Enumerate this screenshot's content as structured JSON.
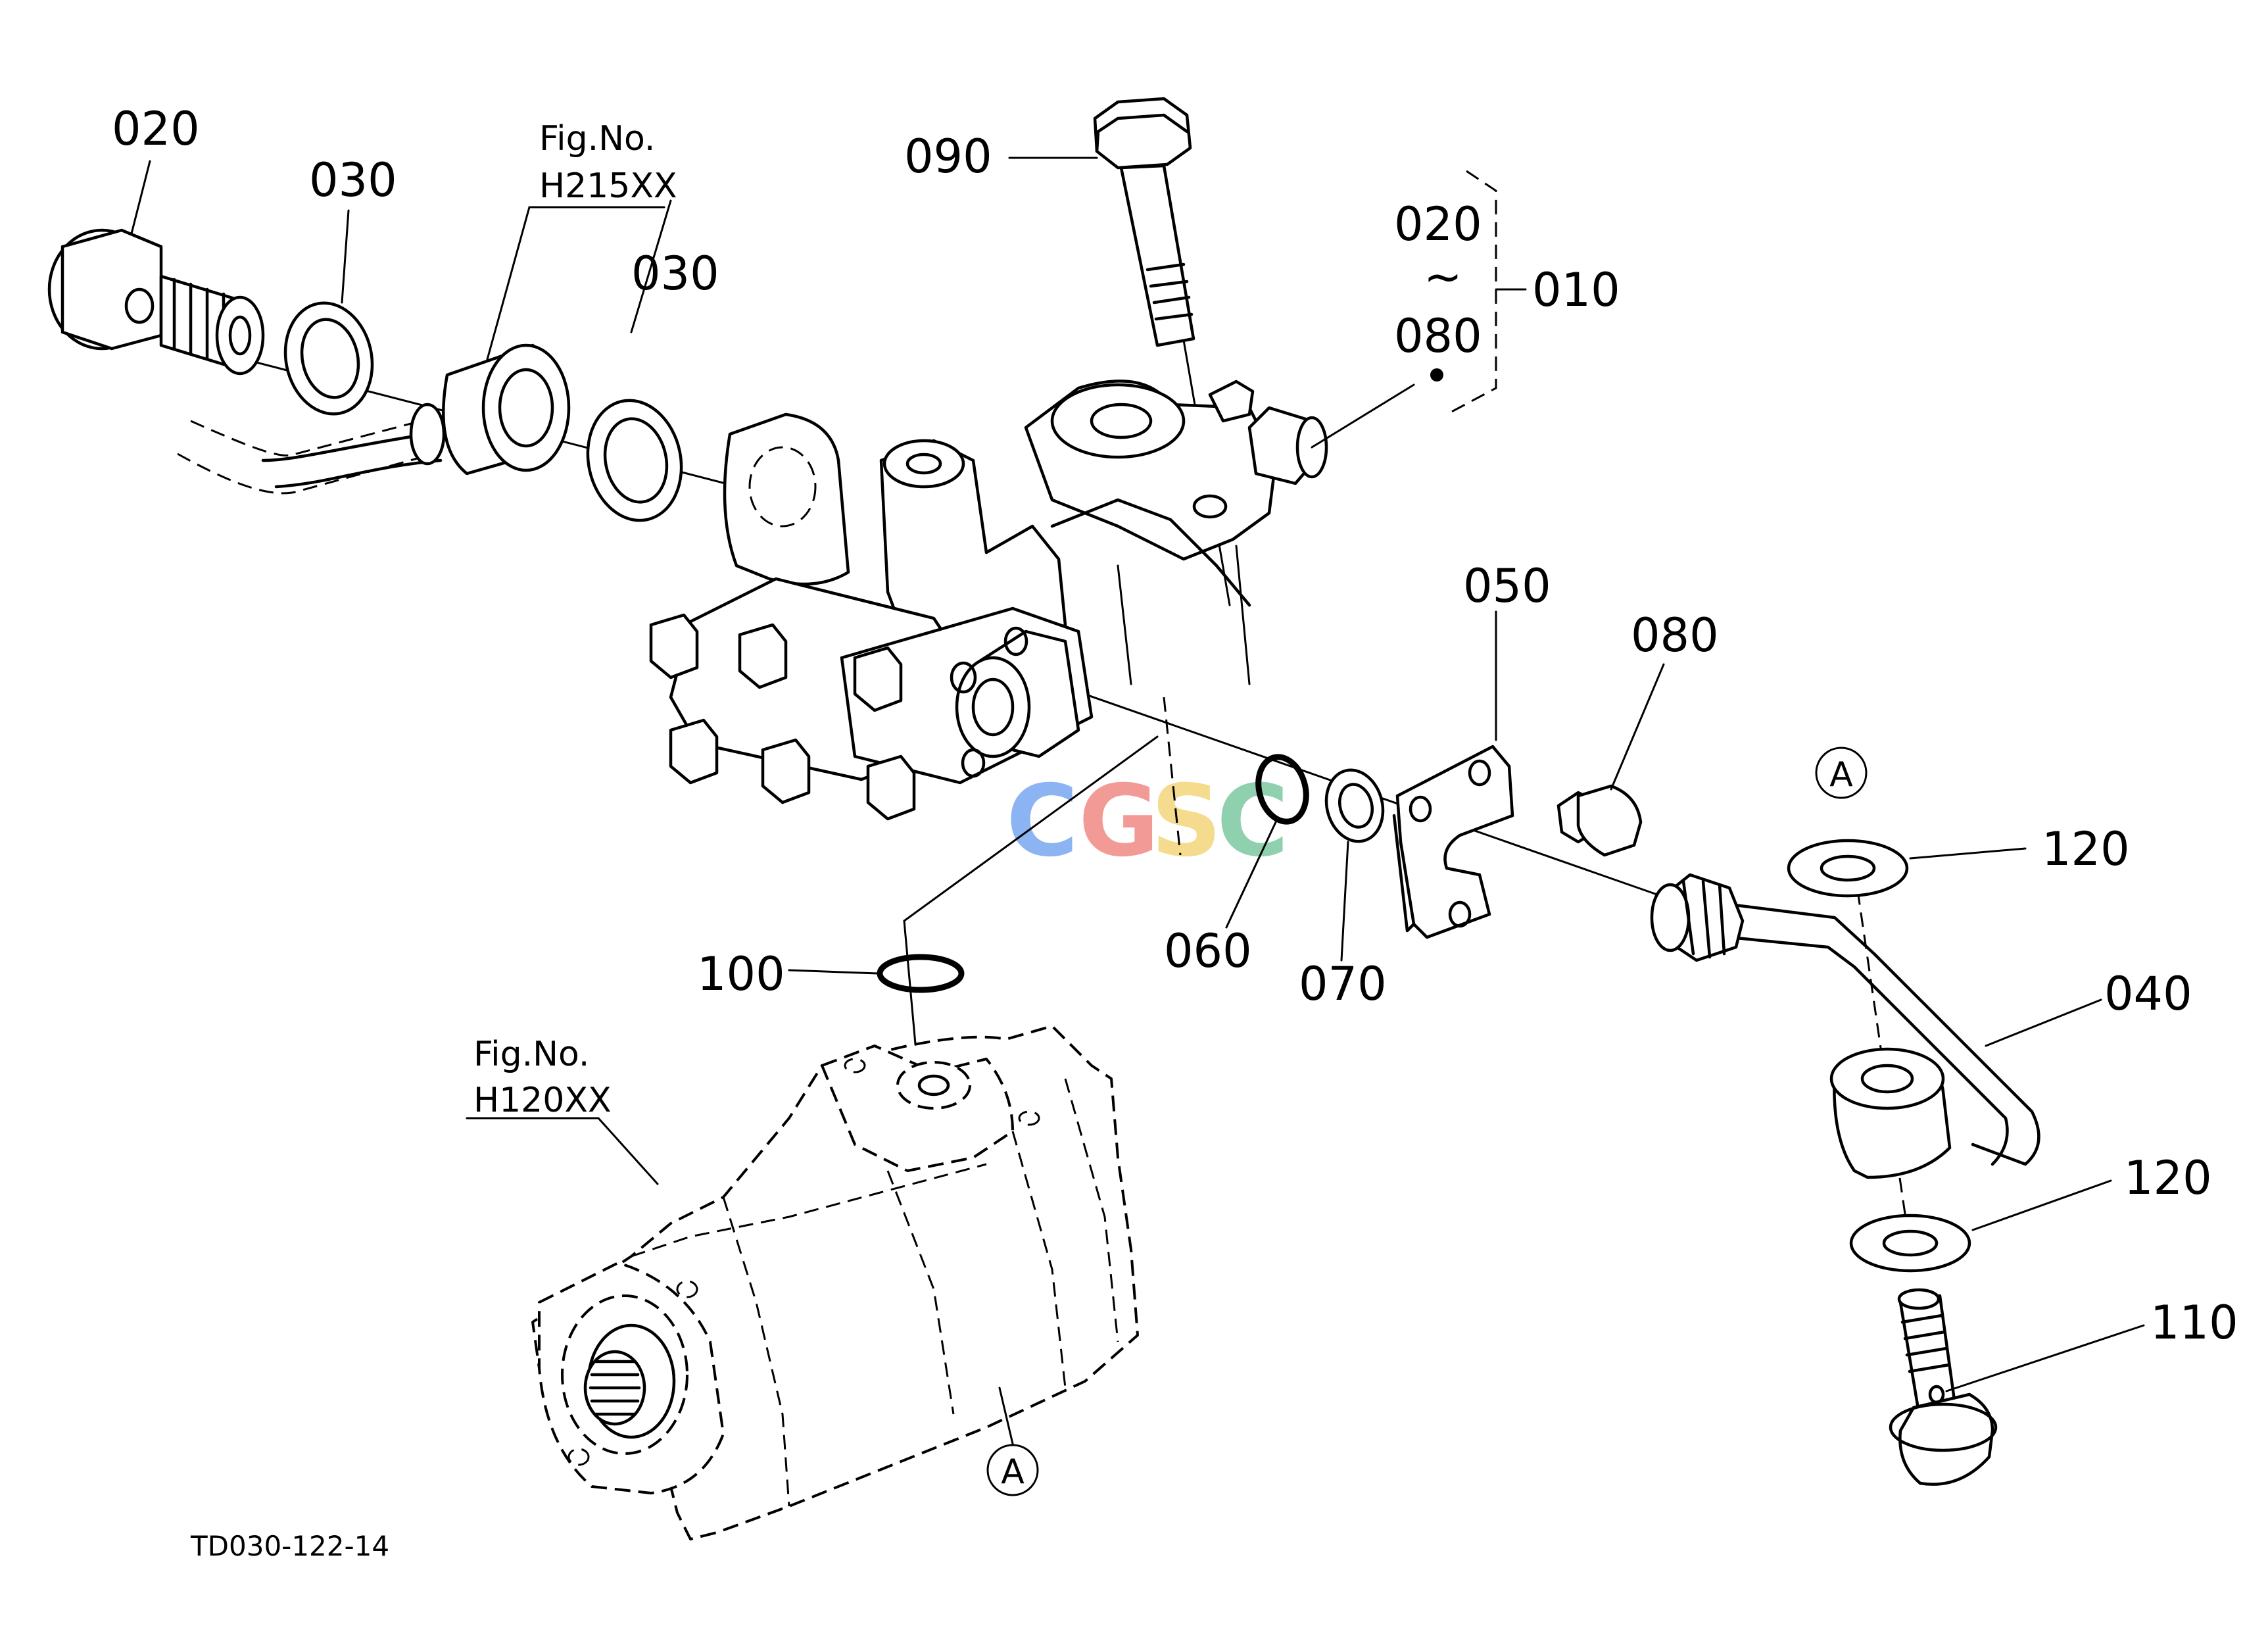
{
  "callouts": {
    "c020_top": "020",
    "c030_a": "030",
    "c030_b": "030",
    "c090": "090",
    "c020_range": "020",
    "c_tilde": "~",
    "c080_range": "080",
    "c010": "010",
    "c050": "050",
    "c080": "080",
    "c060": "060",
    "c070": "070",
    "c100": "100",
    "c120_a": "120",
    "c040": "040",
    "c120_b": "120",
    "c110": "110",
    "ref_a_top": "A",
    "ref_a_bottom": "A"
  },
  "figure_refs": {
    "fig1_label": "Fig.No.",
    "fig1_number": "H215XX",
    "fig2_label": "Fig.No.",
    "fig2_number": "H120XX"
  },
  "diagram_code": "TD030-122-14",
  "watermark": {
    "letters": [
      "C",
      "G",
      "S",
      "C"
    ],
    "colors": [
      "#7aa7f0",
      "#f08a84",
      "#f3d57a",
      "#7cc9a0"
    ]
  }
}
